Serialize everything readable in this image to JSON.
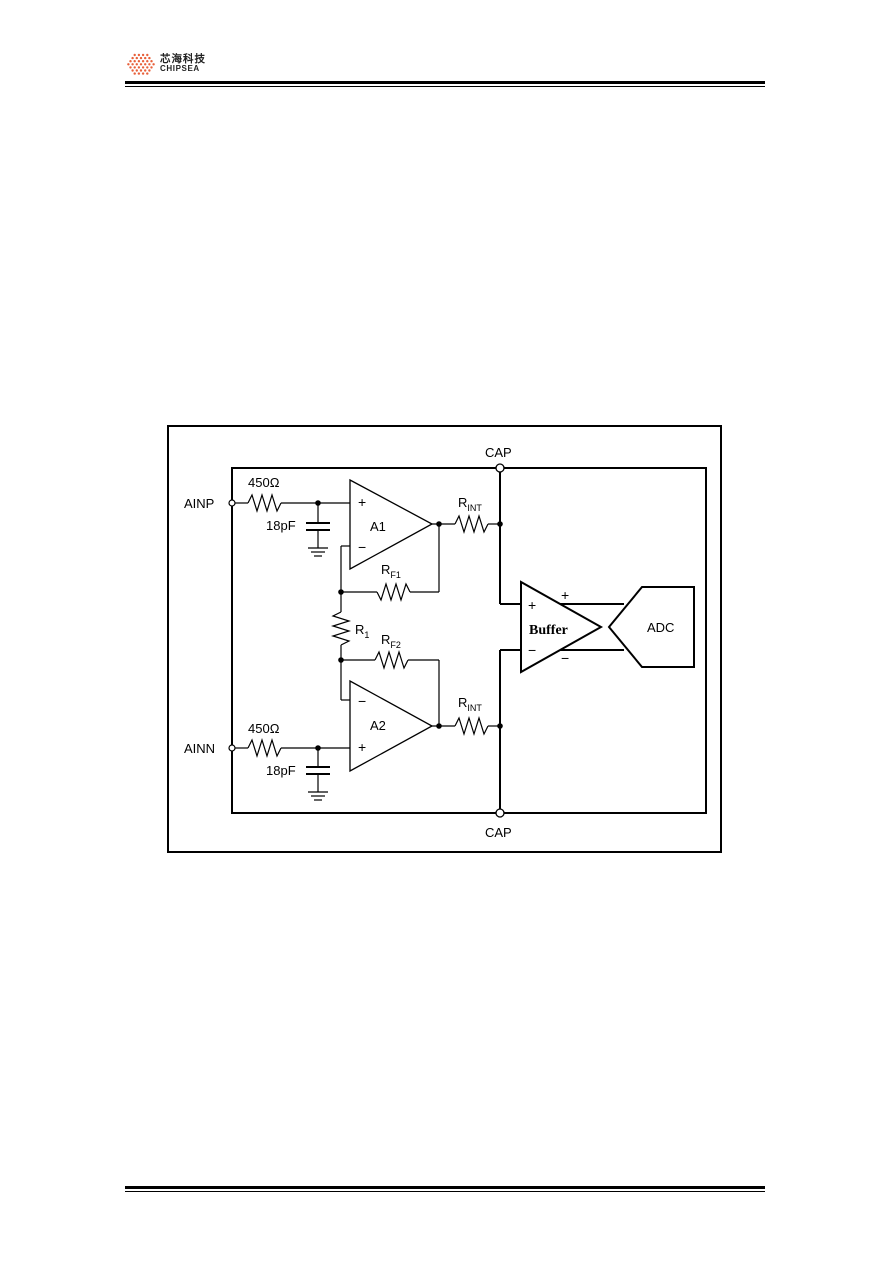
{
  "header": {
    "logo_cn": "芯海科技",
    "logo_en": "CHIPSEA",
    "logo_color": "#e8603a"
  },
  "diagram": {
    "cap_top": "CAP",
    "cap_bottom": "CAP",
    "ainp": "AINP",
    "ainn": "AINN",
    "res_in_top": "450Ω",
    "res_in_bottom": "450Ω",
    "cap_top_value": "18pF",
    "cap_bottom_value": "18pF",
    "amp_a1": "A1",
    "amp_a2": "A2",
    "rint_top": {
      "main": "R",
      "sub": "INT"
    },
    "rint_bottom": {
      "main": "R",
      "sub": "INT"
    },
    "rf1": {
      "main": "R",
      "sub": "F1"
    },
    "rf2": {
      "main": "R",
      "sub": "F2"
    },
    "r1": {
      "main": "R",
      "sub": "1"
    },
    "buffer": "Buffer",
    "adc": "ADC",
    "plus": "+",
    "minus": "−"
  }
}
